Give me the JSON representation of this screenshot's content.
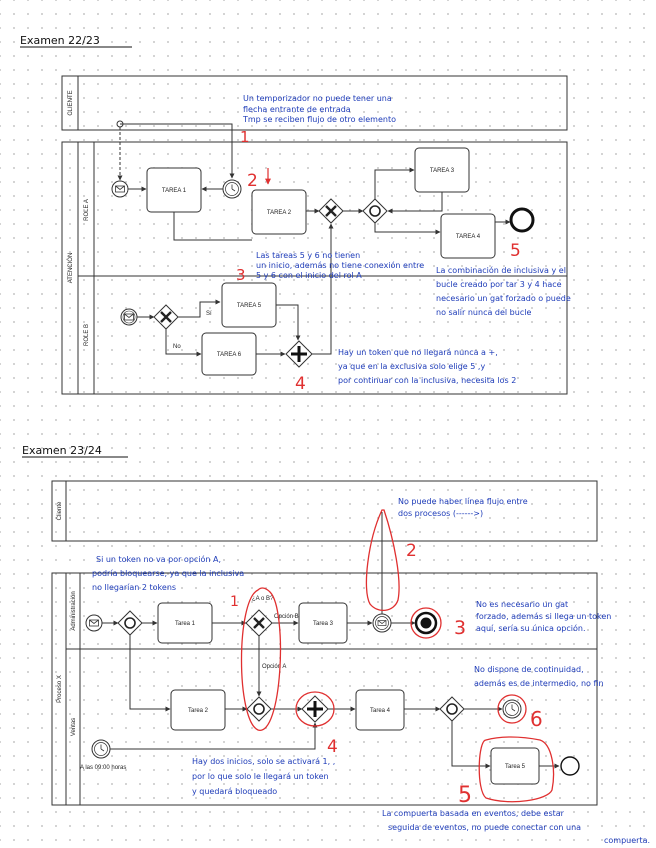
{
  "exam1": {
    "title": "Examen 22/23",
    "pools": {
      "cliente": "CLIENTE",
      "atencion": "ATENCIÓN"
    },
    "lanes": {
      "role_a": "ROLE A",
      "role_b": "ROLE B"
    },
    "tasks": {
      "t1": "TAREA 1",
      "t2": "TAREA 2",
      "t3": "TAREA 3",
      "t4": "TAREA 4",
      "t5": "TAREA 5",
      "t6": "TAREA 6"
    },
    "flow_labels": {
      "si": "Sí",
      "no": "No"
    },
    "numbers": {
      "n1": "1",
      "n2": "2",
      "n3": "3",
      "n4": "4",
      "n5": "5"
    },
    "notes": {
      "n1": [
        "Un temporizador no puede tener una",
        "flecha entrante de entrada",
        "Tmp se reciben flujo de otro elemento"
      ],
      "n3": [
        "Las tareas 5 y 6 no tienen",
        "un inicio, además no tiene conexión entre",
        "5 y 6 con el inicio del rol A"
      ],
      "n5": [
        "La combinación de inclusiva y el",
        "bucle creado por tar 3 y 4 hace",
        "necesario un gat forzado o puede",
        "no salir nunca del bucle"
      ],
      "n4": [
        "Hay un token que no llegará nunca a +,",
        "ya que en la exclusiva solo elige 5 ,y",
        "por continuar con la inclusiva, necesita los 2"
      ]
    }
  },
  "exam2": {
    "title": "Examen 23/24",
    "pools": {
      "cliente": "Cliente",
      "proceso": "Proceso X"
    },
    "lanes": {
      "administracion": "Administración",
      "ventas": "Ventas"
    },
    "tasks": {
      "t1": "Tarea 1",
      "t2": "Tarea 2",
      "t3": "Tarea 3",
      "t4": "Tarea 4",
      "t5": "Tarea 5"
    },
    "flow_labels": {
      "condition": "¿A o B?",
      "opcion_b": "Opción B",
      "opcion_a": "Opción A",
      "timer": "A las 09:00 horas"
    },
    "numbers": {
      "n1": "1",
      "n2": "2",
      "n3": "3",
      "n4": "4",
      "n5": "5",
      "n6": "6"
    },
    "notes": {
      "n1": [
        "Si un token no va por opción A,",
        "podría bloquearse, ya que la inclusiva",
        "no llegarían 2 tokens"
      ],
      "n2": [
        "No puede haber línea flujo entre",
        "dos procesos (------>)"
      ],
      "n3": [
        "No es necesario un gat",
        "forzado, además si llega un token",
        "aquí, sería su única opción."
      ],
      "n6": [
        "No dispone de continuidad,",
        "además es de intermedio, no fin"
      ],
      "n4": [
        "Hay dos inicios, solo se activará 1, ,",
        "por lo que solo le llegará un token",
        "y quedará bloqueado"
      ],
      "n5": [
        "La compuerta basada en eventos, debe estar",
        "seguida de eventos, no puede conectar con una",
        "compuerta."
      ]
    }
  },
  "colors": {
    "ink": "#1d3bb8",
    "red": "#e03030",
    "diagram": "#333333"
  }
}
